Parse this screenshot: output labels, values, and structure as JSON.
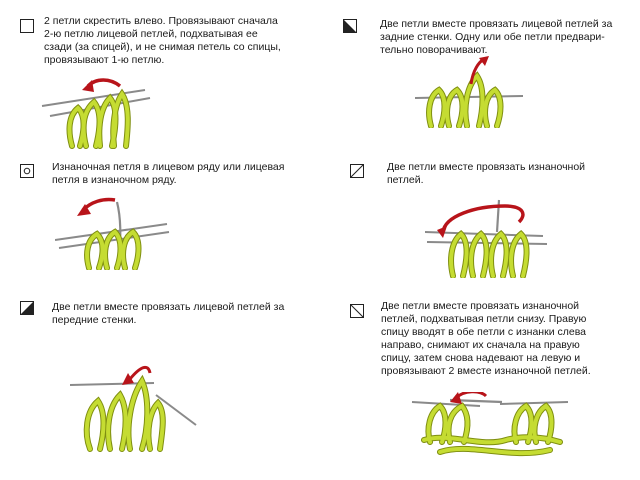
{
  "colors": {
    "yarn": "#c5dc32",
    "yarn_outline": "#7f8f10",
    "arrow": "#b8141a",
    "needle": "#8a8a8a",
    "text": "#1a1a1a"
  },
  "entries": [
    {
      "symbol": "empty-square-icon",
      "lines": [
        "2 петли скрестить влево. Провязывают сначала",
        "2-ю петлю лицевой петлей, подхватывая ее",
        "сзади (за спицей), и не снимая петель со спицы,",
        "провязывают 1-ю петлю."
      ]
    },
    {
      "symbol": "black-triangle-square-icon",
      "lines": [
        "Две петли вместе провязать лицевой петлей за",
        "задние стенки. Одну или обе петли предвари-",
        "тельно поворачивают."
      ]
    },
    {
      "symbol": "circle-square-icon",
      "lines": [
        "Изнаночная петля в лицевом ряду или лицевая",
        "петля в изнаночном ряду."
      ]
    },
    {
      "symbol": "diagonal-square-icon",
      "lines": [
        "Две петли вместе провязать изнаночной",
        "петлей."
      ]
    },
    {
      "symbol": "black-triangle-right-square-icon",
      "lines": [
        "Две петли вместе провязать лицевой петлей за",
        "передние стенки."
      ]
    },
    {
      "symbol": "diagonal-reverse-square-icon",
      "lines": [
        "Две петли вместе провязать изнаночной",
        "петлей, подхватывая петли снизу. Правую",
        "спицу вводят в обе петли с изнанки слева",
        "направо, снимают их сначала на правую",
        "спицу, затем снова надевают на левую и",
        "провязывают 2 вместе изнаночной петлей."
      ]
    }
  ]
}
